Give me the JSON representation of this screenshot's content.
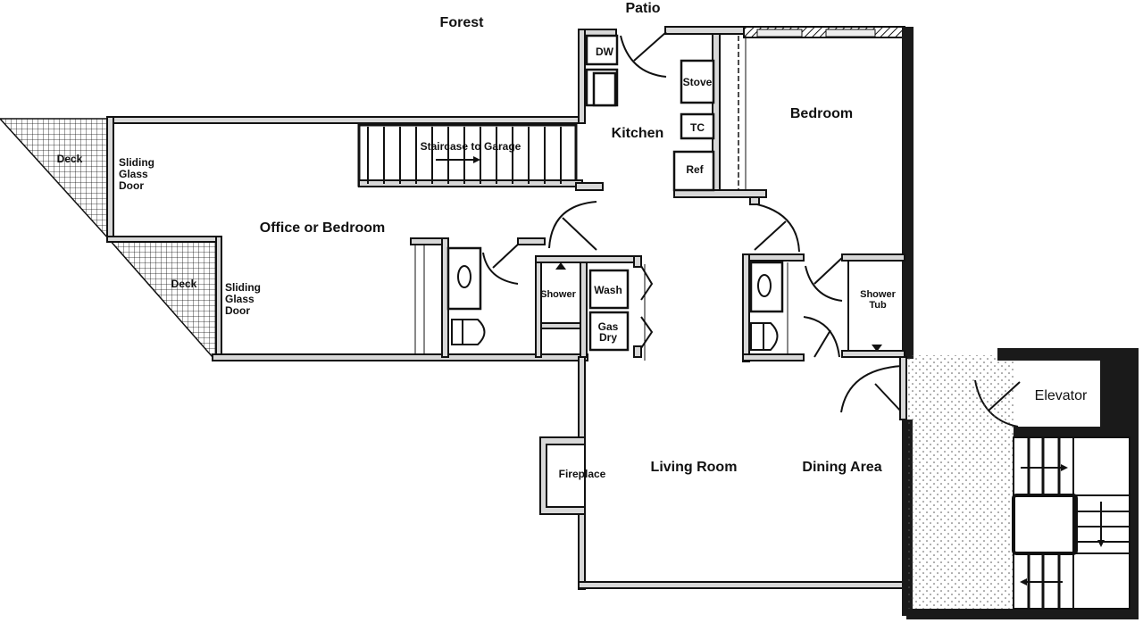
{
  "labels": {
    "forest": "Forest",
    "patio": "Patio",
    "dw": "DW",
    "stove": "Stove",
    "tc": "TC",
    "ref": "Ref",
    "kitchen": "Kitchen",
    "bedroom": "Bedroom",
    "deck_top": "Deck",
    "deck_bottom": "Deck",
    "sliding_door_1": [
      "Sliding",
      "Glass",
      "Door"
    ],
    "sliding_door_2": [
      "Sliding",
      "Glass",
      "Door"
    ],
    "staircase": "Staircase to Garage",
    "office": "Office or Bedroom",
    "shower": "Shower",
    "wash": "Wash",
    "gas_dry": [
      "Gas",
      "Dry"
    ],
    "shower_tub": [
      "Shower",
      "Tub"
    ],
    "elevator": "Elevator",
    "fireplace": "Fireplace",
    "living_room": "Living Room",
    "dining_area": "Dining Area"
  }
}
